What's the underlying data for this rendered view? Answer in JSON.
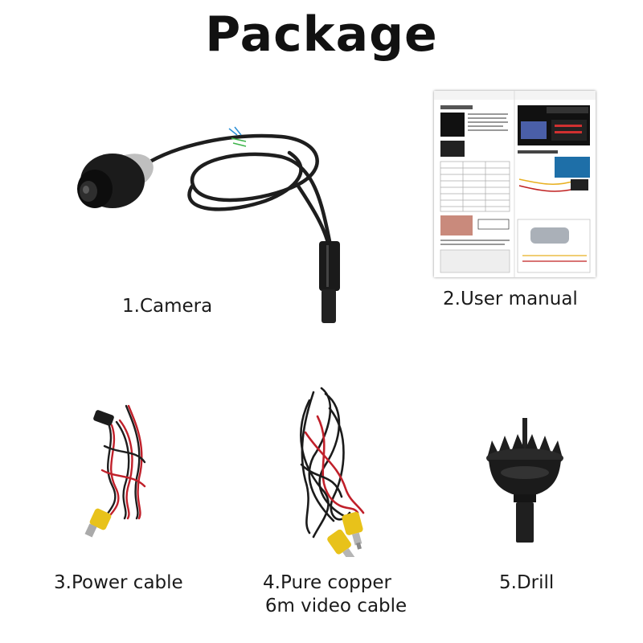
{
  "page": {
    "title": "Package"
  },
  "items": [
    {
      "label": "1.Camera",
      "icon": "camera-icon"
    },
    {
      "label": "2.User manual",
      "icon": "manual-icon"
    },
    {
      "label": "3.Power cable",
      "icon": "power-cable-icon"
    },
    {
      "label_line1": "4.Pure copper",
      "label_line2": "6m video cable",
      "icon": "video-cable-icon"
    },
    {
      "label": "5.Drill",
      "icon": "drill-icon"
    }
  ],
  "colors": {
    "background": "#ffffff",
    "text": "#111111",
    "cable": "#1a1a1a",
    "red_wire": "#c0202a",
    "rca_yellow": "#e8c21a"
  }
}
